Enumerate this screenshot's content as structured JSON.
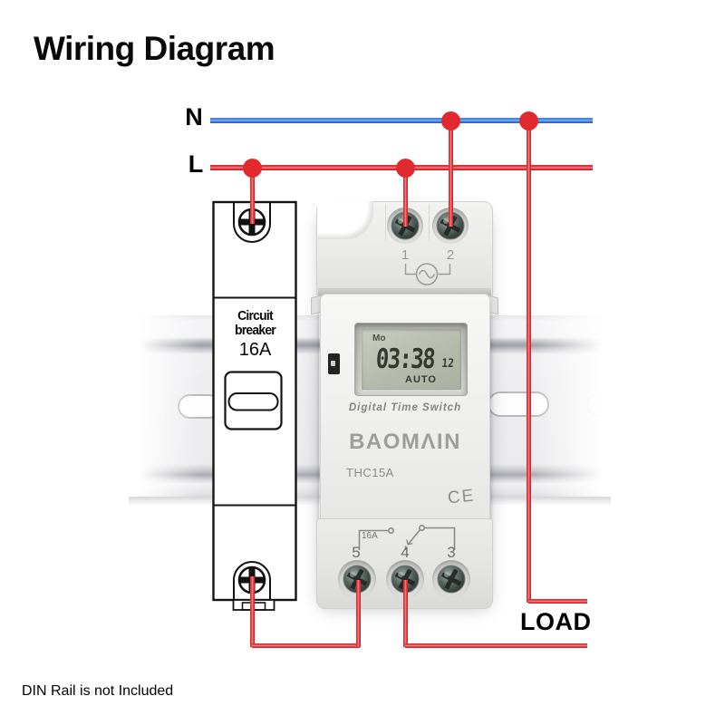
{
  "title": "Wiring Diagram",
  "note": "DIN Rail is not Included",
  "lines": {
    "neutral_label": "N",
    "live_label": "L",
    "load_label": "LOAD",
    "neutral_color": "#4181e4",
    "live_color": "#e22a2e"
  },
  "breaker": {
    "name": "Circuit breaker",
    "rating": "16A"
  },
  "timer": {
    "brand": "BAOMAIN",
    "brand_display": "BAOMΛIN",
    "model": "THC15A",
    "product_type": "Digital Time Switch",
    "certification": "CE",
    "relay_rating": "16A",
    "lcd": {
      "day": "Mo",
      "time": "03:38",
      "seconds": "12",
      "mode": "AUTO"
    },
    "terminals_top": [
      "1",
      "2"
    ],
    "terminals_bottom": [
      "5",
      "4",
      "3"
    ]
  }
}
